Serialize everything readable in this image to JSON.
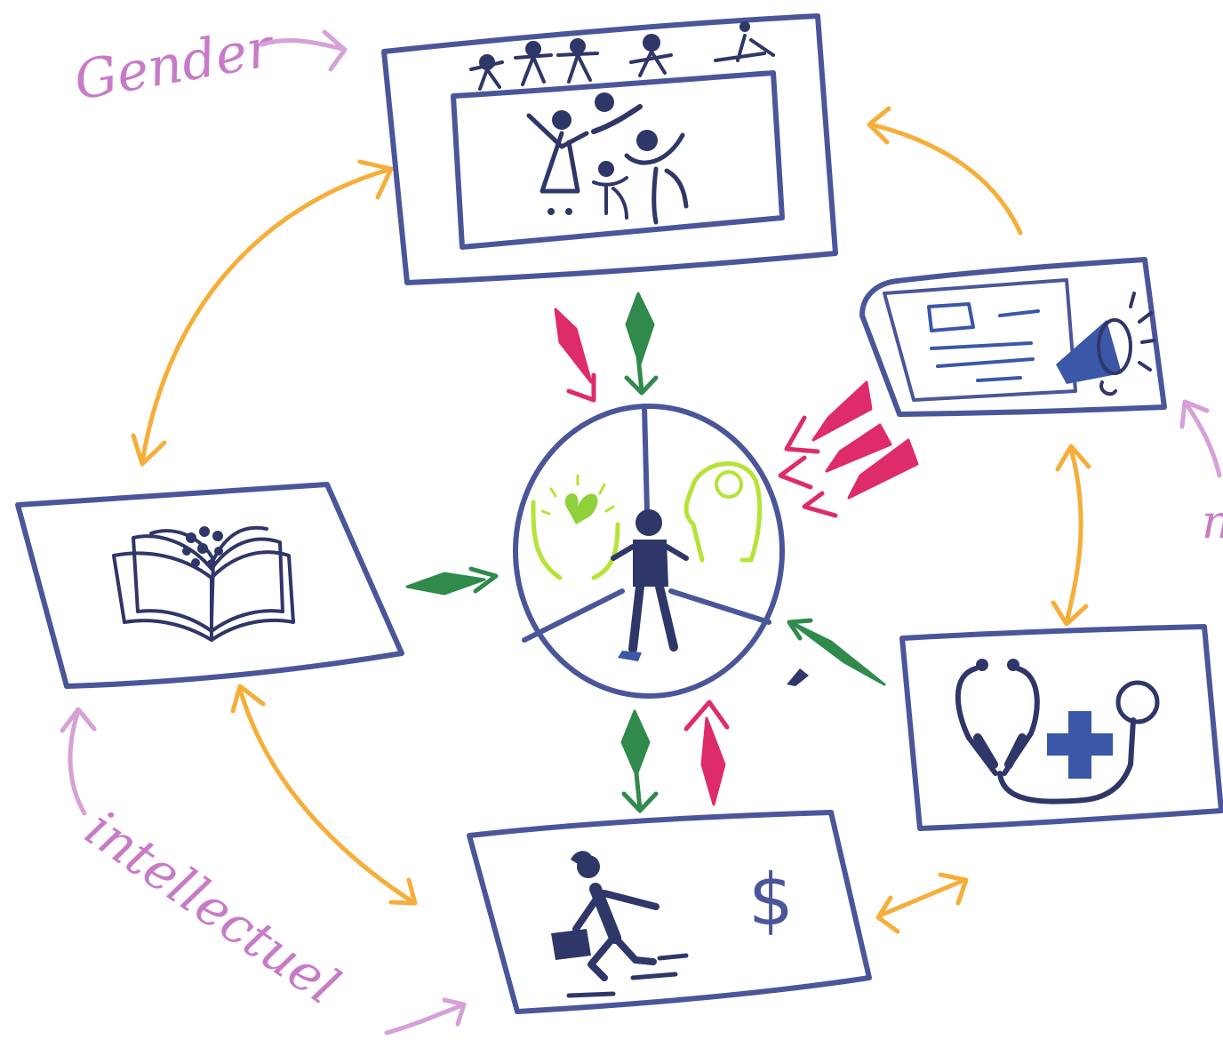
{
  "labels": {
    "gender": "Gender",
    "intellectual": "intellectuel",
    "cut_off": "n"
  },
  "icons": {
    "social": "family-group-icon",
    "education": "open-book-brain-icon",
    "employment": "businesswoman-stairs-dollar-icon",
    "health": "stethoscope-medical-cross-icon",
    "media": "screen-megaphone-icon",
    "person": "person-wellbeing-icon"
  },
  "colors": {
    "box_ink": "#4a5699",
    "figure_ink": "#2f3768",
    "orange_arrows": "#f6ae3a",
    "green_arrows": "#2f8a4b",
    "red_arrows": "#de2b6b",
    "pink_labels": "#c77bc7",
    "lime_icons": "#b6e338",
    "accent_blue": "#3a57a8"
  }
}
